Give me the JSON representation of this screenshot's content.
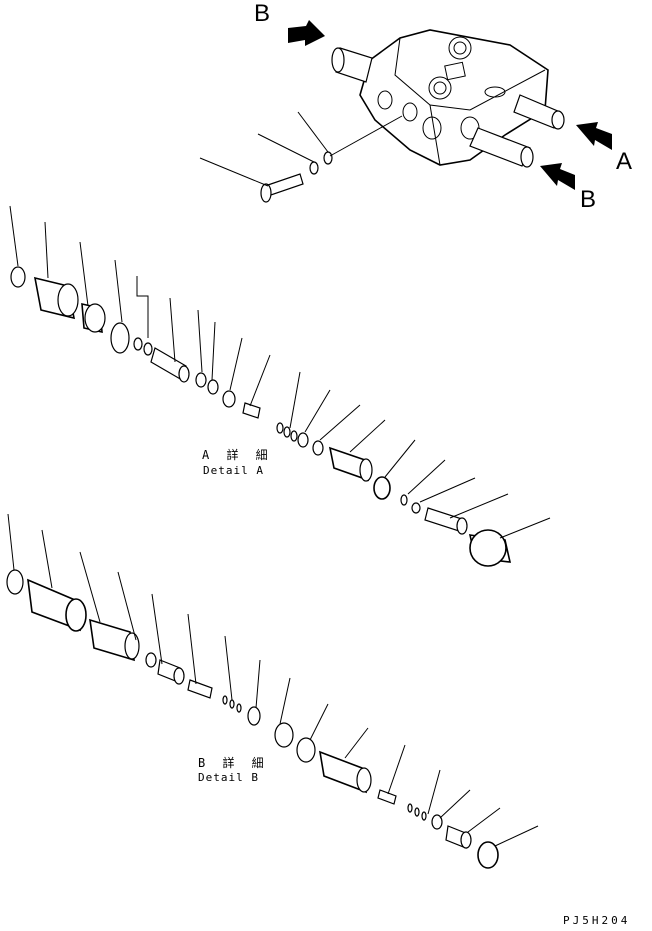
{
  "views": {
    "a": "A",
    "b_top": "B",
    "b_side": "B"
  },
  "detail_a": {
    "jp": "A 詳 細",
    "en": "Detail A"
  },
  "detail_b": {
    "jp": "B 詳 細",
    "en": "Detail B"
  },
  "drawing_code": "PJ5H204",
  "colors": {
    "ink": "#000000",
    "paper": "#ffffff"
  }
}
